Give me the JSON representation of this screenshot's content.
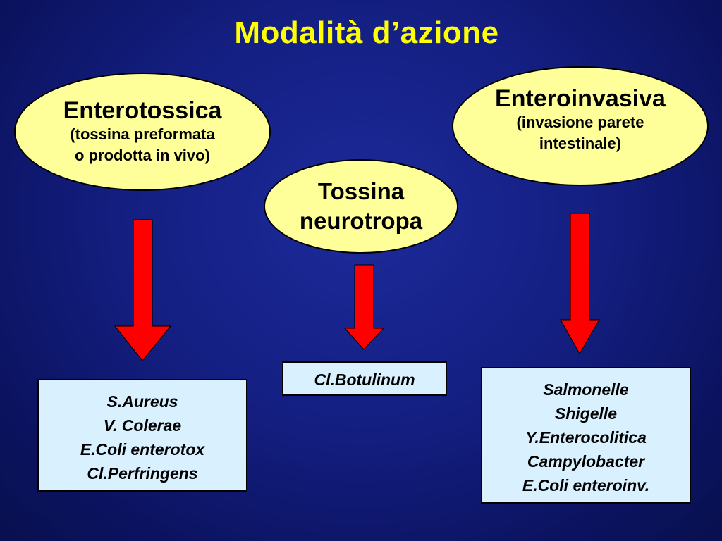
{
  "title": "Modalità d’azione",
  "ellipses": {
    "left": {
      "heading": "Enterotossica",
      "line1": "(tossina preformata",
      "line2": "o prodotta in vivo)"
    },
    "center": {
      "line1": "Tossina",
      "line2": "neurotropa"
    },
    "right": {
      "heading": "Enteroinvasiva",
      "line1": "(invasione parete",
      "line2": "intestinale)"
    }
  },
  "boxes": {
    "left": [
      "S.Aureus",
      "V. Colerae",
      "E.Coli enterotox",
      "Cl.Perfringens"
    ],
    "center": [
      "Cl.Botulinum"
    ],
    "right": [
      "Salmonelle",
      "Shigelle",
      "Y.Enterocolitica",
      "Campylobacter",
      "E.Coli enteroinv."
    ]
  },
  "colors": {
    "background": "#141f82",
    "title": "#ffff00",
    "ellipse_fill": "#ffff99",
    "box_fill": "#d9f0ff",
    "arrow": "#ff0000"
  }
}
